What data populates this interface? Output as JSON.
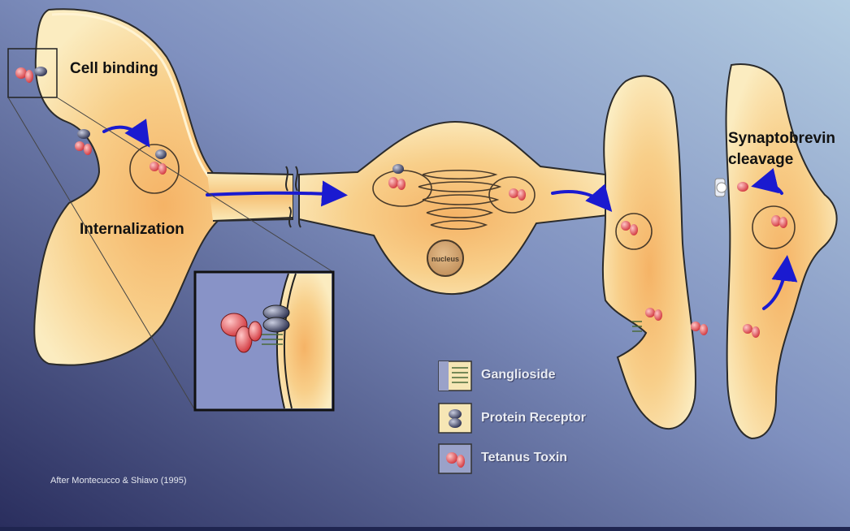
{
  "labels": {
    "cell_binding": "Cell binding",
    "internalization": "Internalization",
    "synaptobrevin_line1": "Synaptobrevin",
    "synaptobrevin_line2": "cleavage",
    "nucleus": "nucleus"
  },
  "legend": {
    "ganglioside": "Ganglioside",
    "protein_receptor": "Protein Receptor",
    "tetanus_toxin": "Tetanus Toxin"
  },
  "credit": "After Montecucco & Shiavo (1995)",
  "colors": {
    "background_light": "#a9c2da",
    "background_dark": "#272b5c",
    "cell_fill": "#f7e0a0",
    "cell_core": "#f4b566",
    "arrow": "#1a1ad0",
    "toxin": "#d84a50",
    "receptor": "#3b4060"
  }
}
